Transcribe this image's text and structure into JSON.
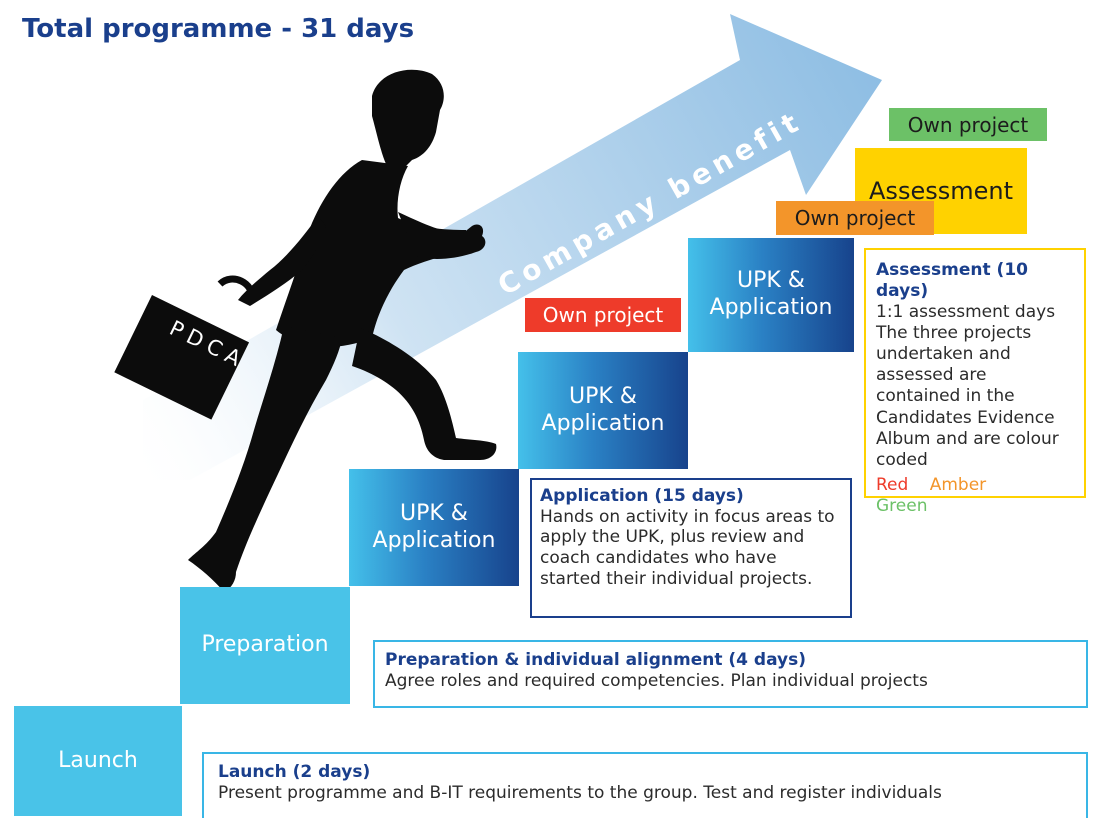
{
  "title": "Total programme - 31 days",
  "arrow": {
    "label": "Company benefit"
  },
  "briefcase": {
    "label": "PDCA"
  },
  "steps": [
    {
      "label": "Launch"
    },
    {
      "label": "Preparation"
    },
    {
      "label": "UPK &\nApplication"
    },
    {
      "label": "UPK &\nApplication"
    },
    {
      "label": "UPK &\nApplication"
    },
    {
      "label": "Assessment"
    }
  ],
  "tags": [
    {
      "label": "Own project"
    },
    {
      "label": "Own project"
    },
    {
      "label": "Own project"
    }
  ],
  "boxes": {
    "launch": {
      "title": "Launch  (2 days)",
      "body": "Present programme and B-IT requirements to the group. Test and register individuals"
    },
    "preparation": {
      "title": "Preparation & individual alignment  (4 days)",
      "body": "Agree roles and required competencies. Plan individual projects"
    },
    "application": {
      "title": "Application (15 days)",
      "body": "Hands on activity in focus areas to apply the UPK, plus review and coach candidates who have started their individual projects."
    },
    "assessment": {
      "title": "Assessment (10 days)",
      "body": "1:1 assessment days The three projects undertaken and assessed are contained in the Candidates Evidence Album and are colour coded",
      "colours": [
        "Red",
        "Amber",
        "Green"
      ]
    }
  },
  "colors": {
    "title": "#1a3f8c",
    "step_light": "#49c3e8",
    "step_dark": "#17438c",
    "arrow": "#9cc8e8",
    "red": "#ee3b2a",
    "amber": "#f3952a",
    "green": "#6cc167",
    "yellow": "#ffd200"
  }
}
